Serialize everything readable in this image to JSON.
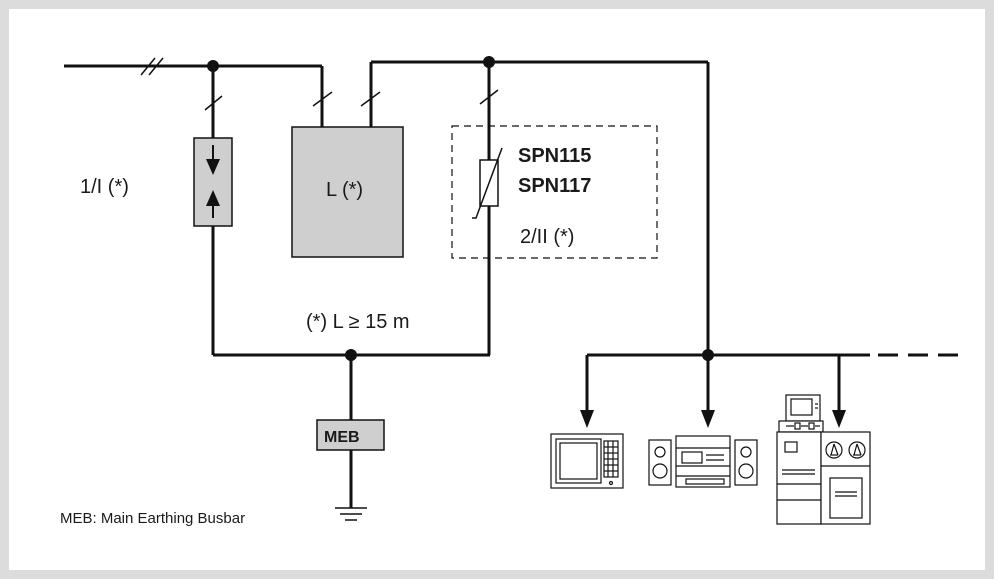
{
  "labels": {
    "spd_type1": "1/I (*)",
    "distance_box": "L (*)",
    "spd_model_a": "SPN115",
    "spd_model_b": "SPN117",
    "spd_type2": "2/II (*)",
    "note": "(*) L ≥ 15 m",
    "meb_box": "MEB",
    "legend": "MEB: Main Earthing Busbar"
  },
  "colors": {
    "line": "#111111",
    "box_fill": "#cfcfcf",
    "page_bg": "#dcdcdc",
    "panel_bg": "#ffffff"
  },
  "icons": [
    "arrow-down-icon",
    "arrow-up-icon",
    "varistor-icon",
    "ground-icon",
    "monitor-icon",
    "hifi-system-icon",
    "computer-workstation-icon"
  ]
}
